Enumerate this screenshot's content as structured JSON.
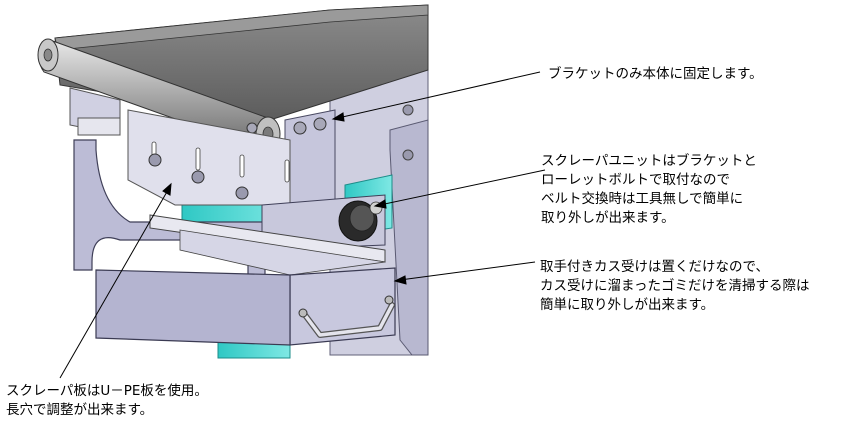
{
  "callouts": {
    "bracket_fixed": "ブラケットのみ本体に固定します。",
    "scraper_unit": "スクレーパユニットはブラケットと\nローレットボルトで取付なので\nベルト交換時は工具無しで簡単に\n取り外しが出来ます。",
    "dust_tray": "取手付きカス受けは置くだけなので、\nカス受けに溜まったゴミだけを清掃する際は\n簡単に取り外しが出来ます。",
    "scraper_plate": "スクレーパ板はU－PE板を使用。\n長穴で調整が出来ます。"
  },
  "colors": {
    "frame": "#bcbcd6",
    "frame_dark": "#9d9dbb",
    "belt": "#7a7a7a",
    "cyan_part": "#3ed6d2",
    "plate": "#d7d7e6"
  }
}
